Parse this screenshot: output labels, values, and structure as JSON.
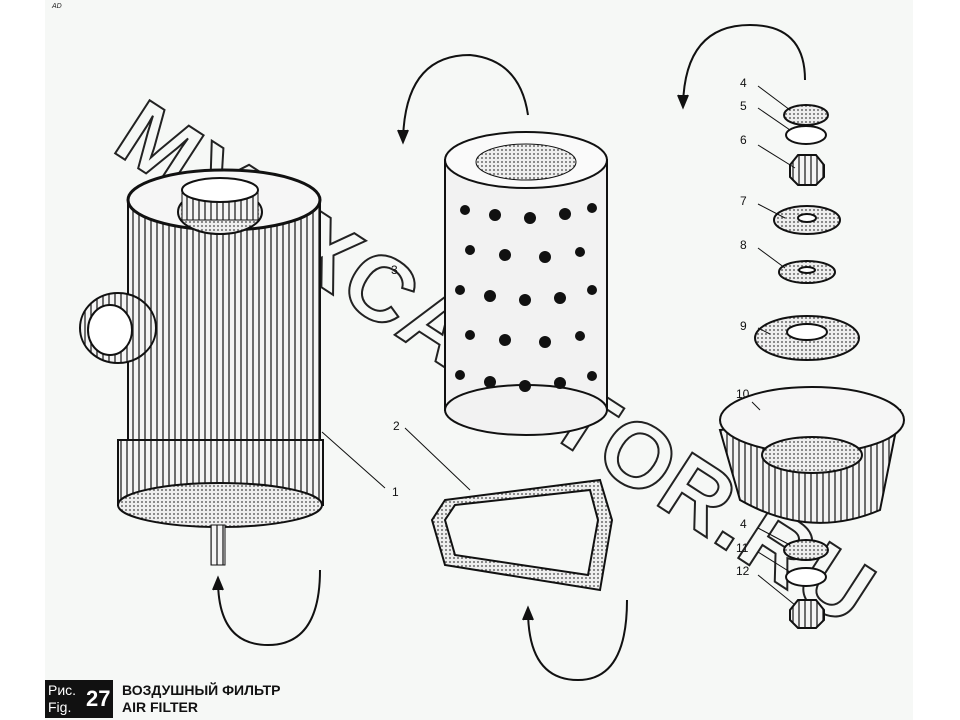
{
  "corner_mark": "AD",
  "watermark": "MYEXCAVATOR.RU",
  "callouts": [
    "1",
    "2",
    "3",
    "4",
    "5",
    "6",
    "7",
    "8",
    "9",
    "10",
    "4",
    "11",
    "12"
  ],
  "caption": {
    "fig_label_ru": "Рис.",
    "fig_label_en": "Fig.",
    "fig_number": "27",
    "title_ru": "ВОЗДУШНЫЙ ФИЛЬТР",
    "title_en": "AIR FILTER"
  }
}
